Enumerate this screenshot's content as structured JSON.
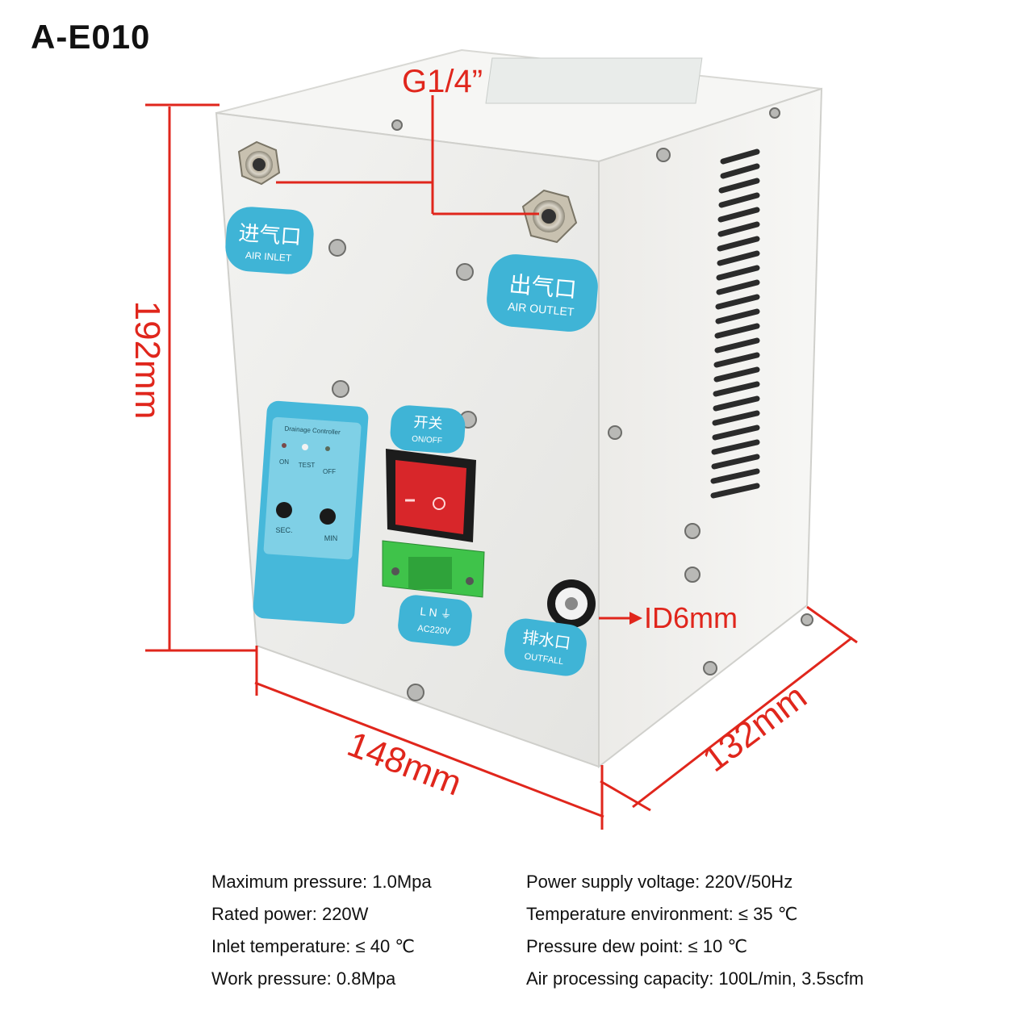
{
  "model_code": "A-E010",
  "dimensions": {
    "height": "192mm",
    "width": "148mm",
    "depth": "132mm",
    "port_thread": "G1/4”",
    "drain_id": "ID6mm"
  },
  "device_labels": {
    "inlet_cn": "进气口",
    "inlet_en": "AIR INLET",
    "outlet_cn": "出气口",
    "outlet_en": "AIR OUTLET",
    "switch_cn": "开关",
    "switch_en": "ON/OFF",
    "power_terminal": "L N ⏚",
    "power_spec": "AC220V",
    "drain_cn": "排水口",
    "drain_en": "OUTFALL",
    "controller_title": "Drainage Controller",
    "ctrl_on": "ON",
    "ctrl_test": "TEST",
    "ctrl_off": "OFF",
    "ctrl_sec": "SEC.",
    "ctrl_min": "MIN"
  },
  "specs": [
    "Maximum pressure: 1.0Mpa",
    "Rated power: 220W",
    "Inlet temperature: ≤ 40 ℃",
    "Work pressure: 0.8Mpa",
    "Power supply voltage: 220V/50Hz",
    "Temperature environment: ≤ 35 ℃",
    "Pressure dew point: ≤ 10 ℃",
    "Air processing capacity: 100L/min, 3.5scfm"
  ],
  "colors": {
    "dimension_red": "#e0261c",
    "label_blue": "#3fb4d6",
    "switch_red": "#d8262a",
    "terminal_green": "#3fc34a"
  }
}
